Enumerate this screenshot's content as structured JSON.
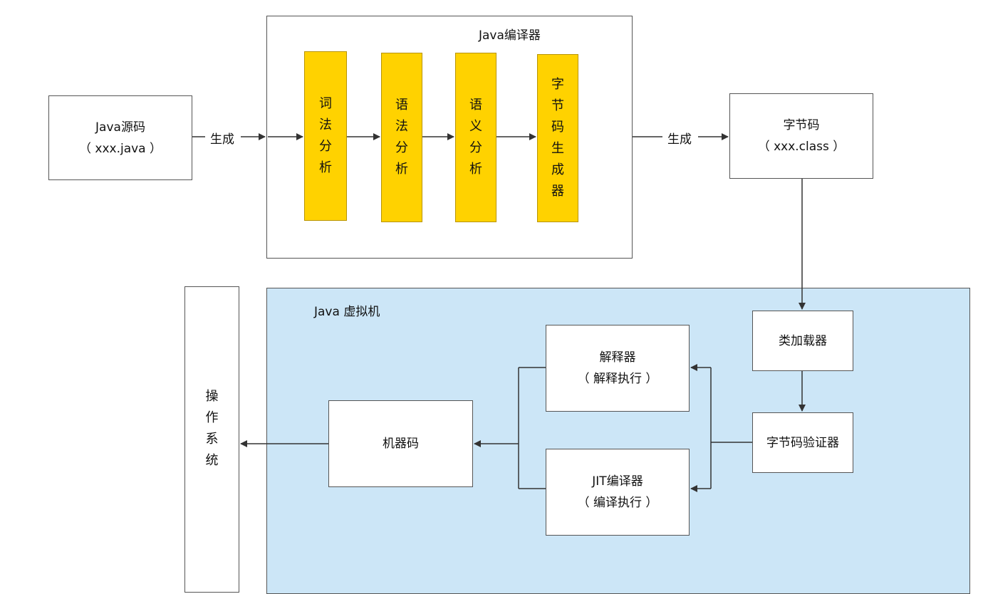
{
  "source": {
    "name": "Java源码",
    "file": "（ xxx.java ）"
  },
  "compiler": {
    "title": "Java编译器",
    "stages": [
      {
        "label": "词\n法\n分\n析"
      },
      {
        "label": "语\n法\n分\n析"
      },
      {
        "label": "语\n义\n分\n析"
      },
      {
        "label": "字\n节\n码\n生\n成\n器"
      }
    ]
  },
  "edges": {
    "generate_1": "生成",
    "generate_2": "生成"
  },
  "bytecode": {
    "name": "字节码",
    "file": "（ xxx.class ）"
  },
  "jvm": {
    "title": "Java 虚拟机",
    "class_loader": "类加载器",
    "verifier": "字节码验证器",
    "interpreter": {
      "name": "解释器",
      "mode": "（ 解释执行 ）"
    },
    "jit": {
      "name": "JIT编译器",
      "mode": "（ 编译执行 ）"
    },
    "machine_code": "机器码"
  },
  "os": {
    "label": "操\n作\n系\n统"
  },
  "colors": {
    "stage_fill": "#ffd200",
    "jvm_fill": "#cce6f7",
    "line": "#333333"
  }
}
